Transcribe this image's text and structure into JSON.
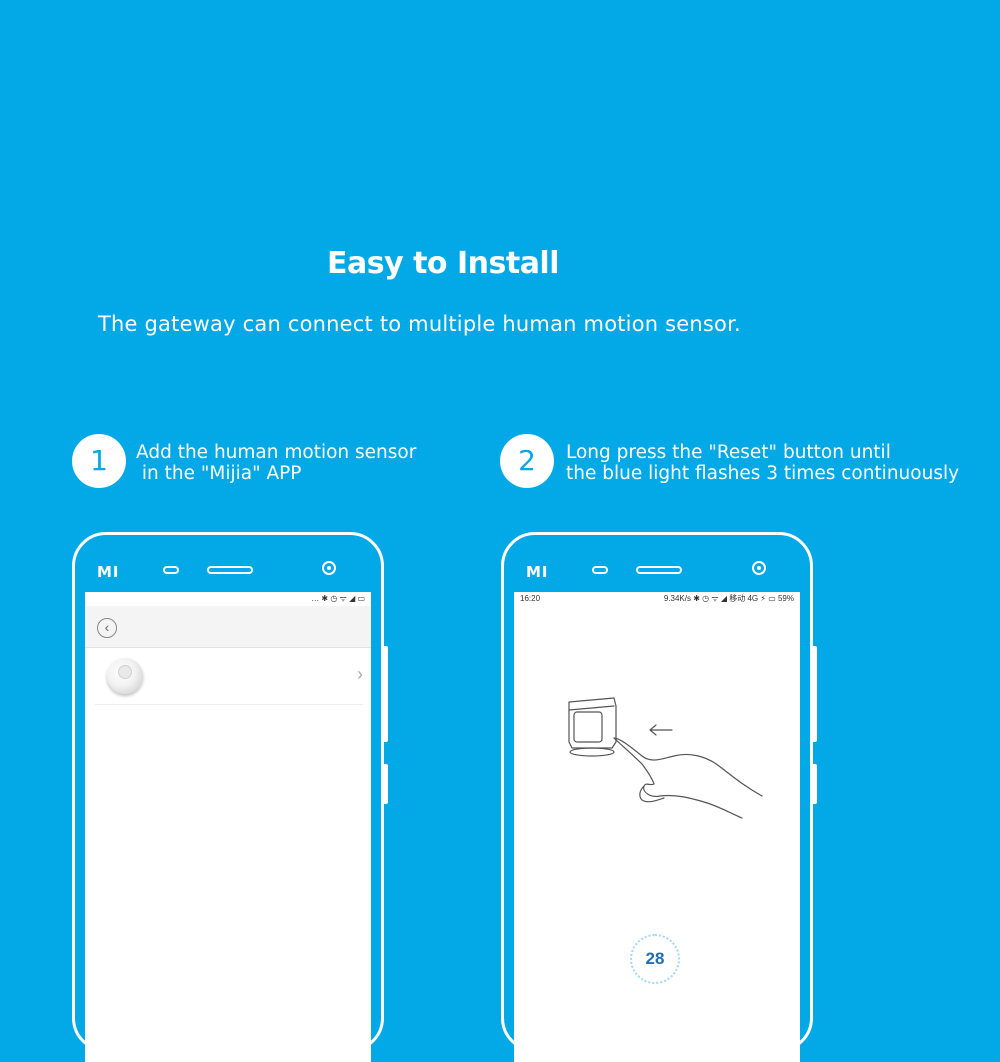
{
  "headline": "Easy to Install",
  "subtitle": "The gateway can connect to multiple human motion sensor.",
  "steps": [
    {
      "number": "1",
      "line1": "Add the human motion sensor",
      "line2": " in the \"Mijia\" APP"
    },
    {
      "number": "2",
      "line1": "Long press the \"Reset\" button until",
      "line2": "the blue light flashes 3 times continuously"
    }
  ],
  "phone_brand": "MI",
  "phone1": {
    "status_icons": "… ✱ ◷ ᯤ ◢ ▭",
    "back_icon": "back-icon",
    "chevron": "›"
  },
  "phone2": {
    "status_time": "16:20",
    "status_right": "9.34K/s ✱ ◷ ᯤ ◢ 移动 4G ⚡ ▭ 59%",
    "timer_value": "28"
  },
  "colors": {
    "background": "#03a9e6",
    "accent": "#03a9e6",
    "timer": "#1f6fb3"
  }
}
